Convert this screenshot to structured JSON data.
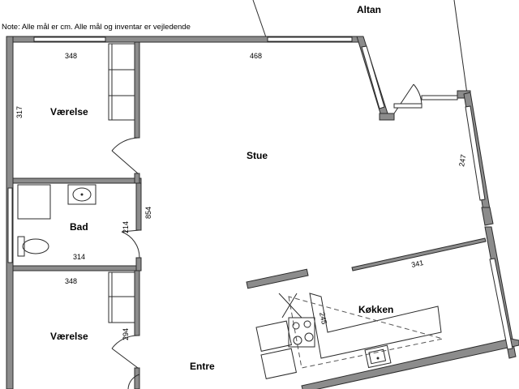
{
  "note": "Note: Alle mål er cm. Alle mål og inventar er vejledende",
  "rooms": {
    "altan": "Altan",
    "vaerelse_top": "Værelse",
    "stue": "Stue",
    "bad": "Bad",
    "vaerelse_bottom": "Værelse",
    "kokken": "Køkken",
    "entre": "Entre"
  },
  "dimensions": {
    "vaerelse_top_width": "348",
    "vaerelse_top_depth": "317",
    "stue_width": "468",
    "stue_side": "247",
    "bad_width": "314",
    "bad_depth": "214",
    "stue_depth": "854",
    "vaerelse_bottom_width": "348",
    "vaerelse_bottom_depth": "294",
    "kokken_width": "341",
    "kokken_depth": "245"
  }
}
